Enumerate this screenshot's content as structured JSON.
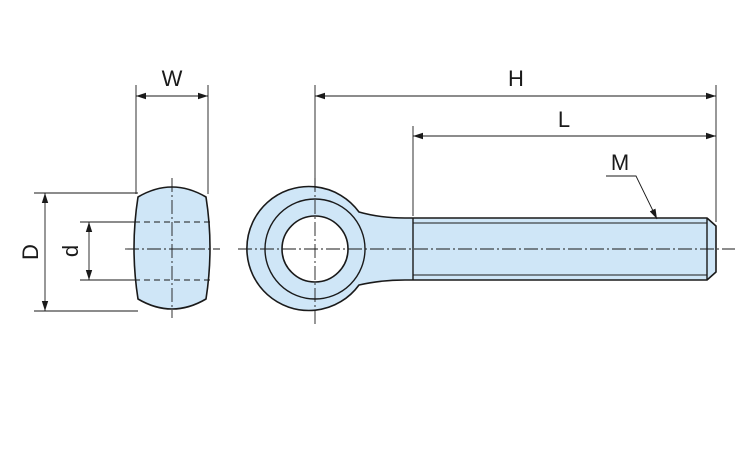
{
  "drawing": {
    "dimensions": {
      "W": "W",
      "H": "H",
      "L": "L",
      "M": "M",
      "D": "D",
      "d": "d"
    },
    "colors": {
      "part_fill": "#cfe6f7",
      "line": "#1a1a1a",
      "background": "#ffffff"
    }
  }
}
